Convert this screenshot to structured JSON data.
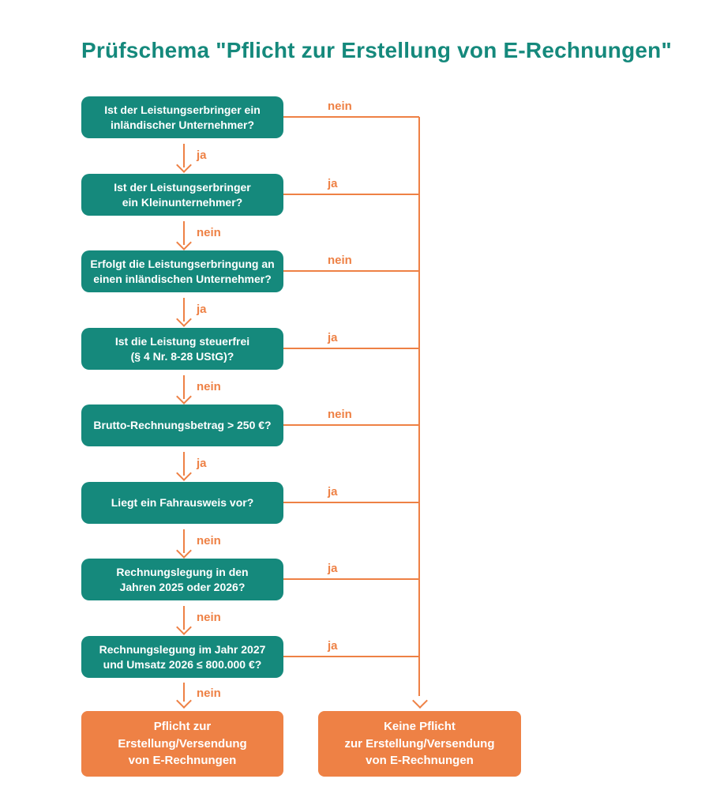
{
  "title": "Prüfschema \"Pflicht zur Erstellung von E-Rechnungen\"",
  "colors": {
    "teal": "#15897c",
    "orange": "#ee8145",
    "background": "#ffffff",
    "box_text": "#ffffff"
  },
  "flow": {
    "steps": [
      {
        "question": "Ist der Leistungserbringer ein\ninländischer Unternehmer?",
        "down_label": "ja",
        "side_label": "nein"
      },
      {
        "question": "Ist der Leistungserbringer\nein Kleinunternehmer?",
        "down_label": "nein",
        "side_label": "ja"
      },
      {
        "question": "Erfolgt die Leistungserbringung an\neinen inländischen Unternehmer?",
        "down_label": "ja",
        "side_label": "nein"
      },
      {
        "question": "Ist die Leistung steuerfrei\n(§ 4 Nr. 8-28 UStG)?",
        "down_label": "nein",
        "side_label": "ja"
      },
      {
        "question": "Brutto-Rechnungsbetrag > 250 €?",
        "down_label": "ja",
        "side_label": "nein"
      },
      {
        "question": "Liegt ein Fahrausweis vor?",
        "down_label": "nein",
        "side_label": "ja"
      },
      {
        "question": "Rechnungslegung in den\nJahren 2025 oder 2026?",
        "down_label": "nein",
        "side_label": "ja"
      },
      {
        "question": "Rechnungslegung im Jahr 2027\nund Umsatz 2026 ≤ 800.000 €?",
        "down_label": "nein",
        "side_label": "ja"
      }
    ],
    "outcomes": {
      "obligation": "Pflicht zur\nErstellung/Versendung\nvon E-Rechnungen",
      "no_obligation": "Keine Pflicht\nzur Erstellung/Versendung\nvon E-Rechnungen"
    }
  }
}
